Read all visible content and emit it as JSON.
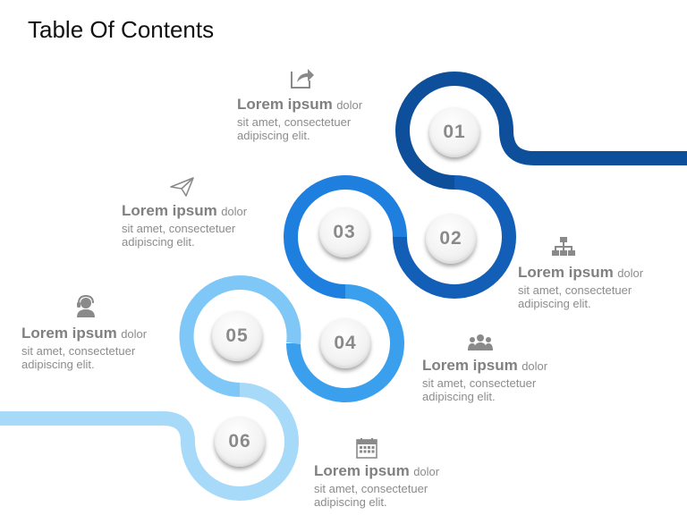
{
  "title": "Table Of Contents",
  "colors": {
    "dark_blue": "#0d4f9a",
    "medium_blue": "#1f7fdf",
    "bright_blue": "#3aa0ee",
    "light_blue": "#7fc7f6",
    "pale_blue": "#a6daf8",
    "number_text": "#8a8a8a",
    "text_gray": "#808080"
  },
  "steps": [
    {
      "number": "01",
      "heading": "Lorem ipsum",
      "heading_suffix": "dolor",
      "line2": "sit amet, consectetuer",
      "line3": "adipiscing elit.",
      "icon": "share-icon"
    },
    {
      "number": "02",
      "heading": "Lorem ipsum",
      "heading_suffix": "dolor",
      "line2": "sit amet, consectetuer",
      "line3": "adipiscing elit.",
      "icon": "org-chart-icon"
    },
    {
      "number": "03",
      "heading": "Lorem ipsum",
      "heading_suffix": "dolor",
      "line2": "sit amet, consectetuer",
      "line3": "adipiscing elit.",
      "icon": "paper-plane-icon"
    },
    {
      "number": "04",
      "heading": "Lorem ipsum",
      "heading_suffix": "dolor",
      "line2": "sit amet, consectetuer",
      "line3": "adipiscing elit.",
      "icon": "team-icon"
    },
    {
      "number": "05",
      "heading": "Lorem ipsum",
      "heading_suffix": "dolor",
      "line2": "sit amet, consectetuer",
      "line3": "adipiscing elit.",
      "icon": "support-agent-icon"
    },
    {
      "number": "06",
      "heading": "Lorem ipsum",
      "heading_suffix": "dolor",
      "line2": "sit amet, consectetuer",
      "line3": "adipiscing elit.",
      "icon": "calendar-icon"
    }
  ]
}
